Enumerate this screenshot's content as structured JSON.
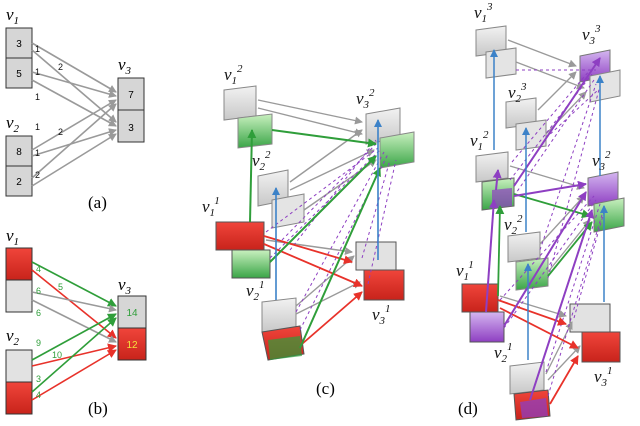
{
  "colors": {
    "gray_light": "#e6e6e6",
    "gray_mid": "#cfcfcf",
    "gray_dark": "#b5b5b5",
    "red": "#e8322a",
    "red_dark": "#c1271f",
    "green": "#2f9e3a",
    "green_light": "#9fdc8f",
    "blue": "#3c82c8",
    "purple": "#8e3fc2",
    "purple_light": "#b98be0",
    "edge_gray": "#9a9a9a",
    "number_yellow": "#f4e13c"
  },
  "panel_a": {
    "caption": "(a)",
    "v1": {
      "label": "v",
      "sub": "1",
      "cells": [
        "3",
        "5"
      ]
    },
    "v2": {
      "label": "v",
      "sub": "2",
      "cells": [
        "8",
        "2"
      ]
    },
    "v3": {
      "label": "v",
      "sub": "3",
      "cells": [
        "7",
        "3"
      ]
    },
    "edge_labels": [
      "1",
      "2",
      "1",
      "1",
      "1",
      "2",
      "1",
      "2"
    ]
  },
  "panel_b": {
    "caption": "(b)",
    "v1": {
      "label": "v",
      "sub": "1"
    },
    "v2": {
      "label": "v",
      "sub": "2"
    },
    "v3": {
      "label": "v",
      "sub": "3",
      "cells": [
        "14",
        "12"
      ]
    },
    "edge_labels": [
      "4",
      "5",
      "6",
      "6",
      "9",
      "10",
      "3",
      "4"
    ]
  },
  "panel_c": {
    "caption": "(c)",
    "labels": [
      {
        "base": "v",
        "sub": "1",
        "sup": "2"
      },
      {
        "base": "v",
        "sub": "2",
        "sup": "2"
      },
      {
        "base": "v",
        "sub": "3",
        "sup": "2"
      },
      {
        "base": "v",
        "sub": "1",
        "sup": "1"
      },
      {
        "base": "v",
        "sub": "2",
        "sup": "1"
      },
      {
        "base": "v",
        "sub": "3",
        "sup": "1"
      }
    ]
  },
  "panel_d": {
    "caption": "(d)",
    "labels": [
      {
        "base": "v",
        "sub": "1",
        "sup": "3"
      },
      {
        "base": "v",
        "sub": "2",
        "sup": "3"
      },
      {
        "base": "v",
        "sub": "3",
        "sup": "3"
      },
      {
        "base": "v",
        "sub": "1",
        "sup": "2"
      },
      {
        "base": "v",
        "sub": "2",
        "sup": "2"
      },
      {
        "base": "v",
        "sub": "3",
        "sup": "2"
      },
      {
        "base": "v",
        "sub": "1",
        "sup": "1"
      },
      {
        "base": "v",
        "sub": "2",
        "sup": "1"
      },
      {
        "base": "v",
        "sub": "3",
        "sup": "1"
      }
    ]
  }
}
